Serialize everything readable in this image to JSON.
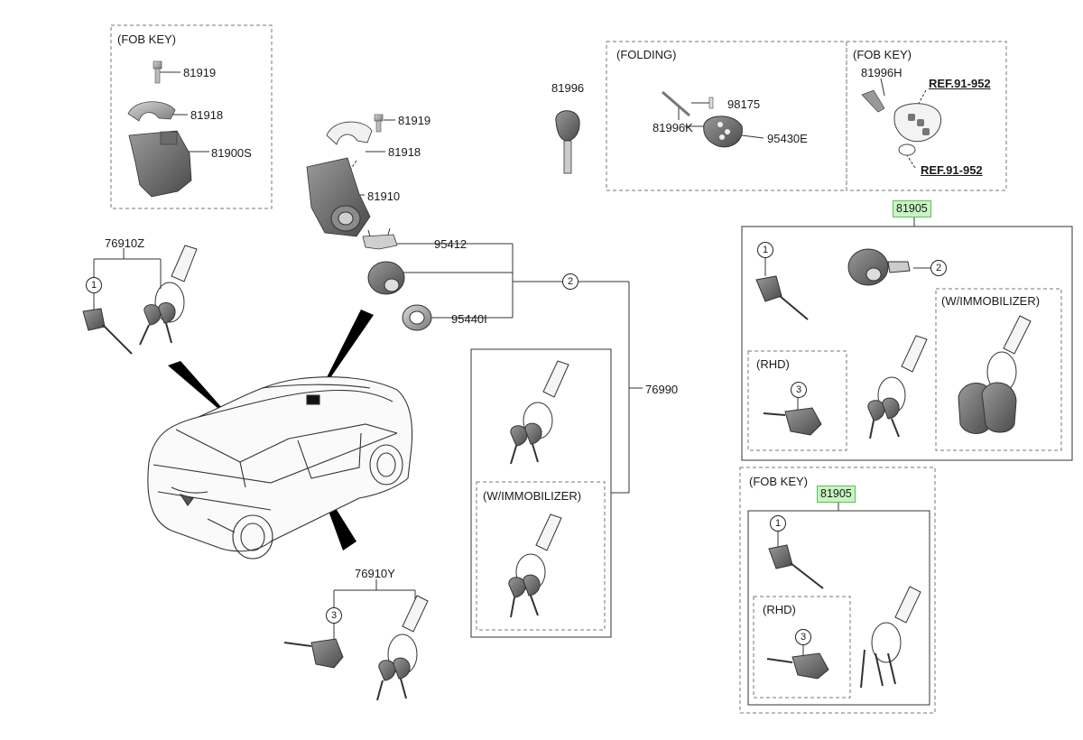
{
  "boxes": {
    "fob_key_top_left": "(FOB KEY)",
    "folding": "(FOLDING)",
    "fob_key_top_right": "(FOB KEY)",
    "w_immobilizer_right": "(W/IMMOBILIZER)",
    "rhd_right": "(RHD)",
    "w_immobilizer_center": "(W/IMMOBILIZER)",
    "fob_key_bottom": "(FOB KEY)",
    "rhd_bottom": "(RHD)"
  },
  "parts": {
    "p81919_a": "81919",
    "p81918_a": "81918",
    "p81900s": "81900S",
    "p81919_b": "81919",
    "p81918_b": "81918",
    "p81910": "81910",
    "p95412": "95412",
    "p95440i": "95440I",
    "p76910z": "76910Z",
    "p76990": "76990",
    "p76910y": "76910Y",
    "p81996": "81996",
    "p98175": "98175",
    "p81996k": "81996K",
    "p95430e": "95430E",
    "p81996h": "81996H",
    "ref1": "REF.91-952",
    "ref2": "REF.91-952",
    "p81905_a": "81905",
    "p81905_b": "81905"
  },
  "callouts": {
    "c1_left": "1",
    "c2_center": "2",
    "c3_bottom": "3",
    "c1_right": "1",
    "c2_right": "2",
    "c3_right": "3",
    "c1_bottom": "1",
    "c3_rhd_bottom": "3"
  }
}
